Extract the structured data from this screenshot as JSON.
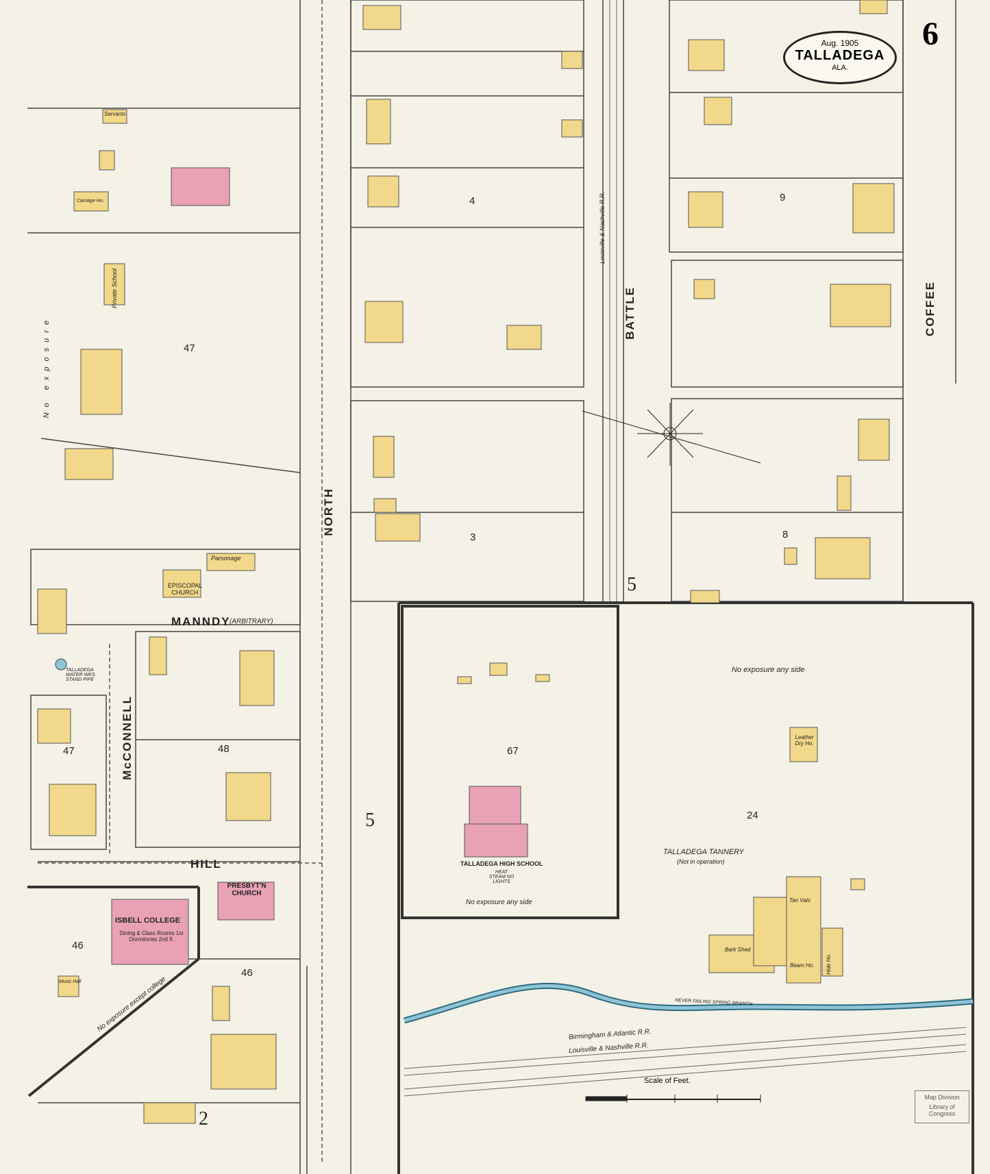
{
  "title": {
    "date": "Aug. 1905",
    "city": "TALLADEGA",
    "state": "ALA."
  },
  "sheet_number": "6",
  "streets": {
    "north": "NORTH",
    "battle": "BATTLE",
    "coffee": "COFFEE",
    "manndy": "MANNDY",
    "manndy_note": "(ARBITRARY)",
    "mcconnell": "McCONNELL",
    "hill": "HILL"
  },
  "blocks": [
    "47",
    "4",
    "9",
    "3",
    "8",
    "48",
    "47",
    "67",
    "24",
    "46",
    "46",
    "2"
  ],
  "sheet_refs": [
    "5",
    "5"
  ],
  "buildings": {
    "school": "Private School",
    "episcopal": "EPISCOPAL CHURCH",
    "parsonage": "Parsonage",
    "presbyterian": "PRESBYT'N CHURCH",
    "college": "ISBELL COLLEGE",
    "college_sub": "Dining & Class Rooms 1st Dormitories 2nd fl.",
    "high_school": "TALLADEGA HIGH SCHOOL",
    "high_school_sub": "HEAT STEAM NO LIGHTS",
    "tannery": "TALLADEGA TANNERY",
    "tannery_sub": "(Not in operation)",
    "leather": "Leather Dry Ho.",
    "tan_vats": "Tan Vats",
    "bark_shed": "Bark Shed",
    "beam_ho": "Beam Ho.",
    "hide_ho": "Hide Ho.",
    "servants": "Servants",
    "carriage": "Carriage Ho.",
    "music_hall": "Music Hall",
    "water_tank": "TALLADEGA WATER WKS. STAND PIPE"
  },
  "notes": {
    "no_exposure": "No exposure",
    "no_exposure_any": "No exposure any side",
    "no_exposure_any2": "No exposure any side",
    "no_exposure_college": "No exposure except college",
    "railroad_1": "Birmingham & Atlantic R.R.",
    "railroad_2": "Louisville & Nashville R.R.",
    "railroad_3": "Louisville & Nashville R.R.",
    "creek": "NEVER FAILING SPRING BRANCH",
    "scale_title": "Scale of Feet.",
    "library": "Library of Congress",
    "map_division": "Map Division"
  },
  "colors": {
    "dwelling": "#f2d88a",
    "brick": "#e9a1b6",
    "water": "#8fc4d6",
    "line": "#2c2c2c",
    "paper": "#f4f1e6"
  }
}
